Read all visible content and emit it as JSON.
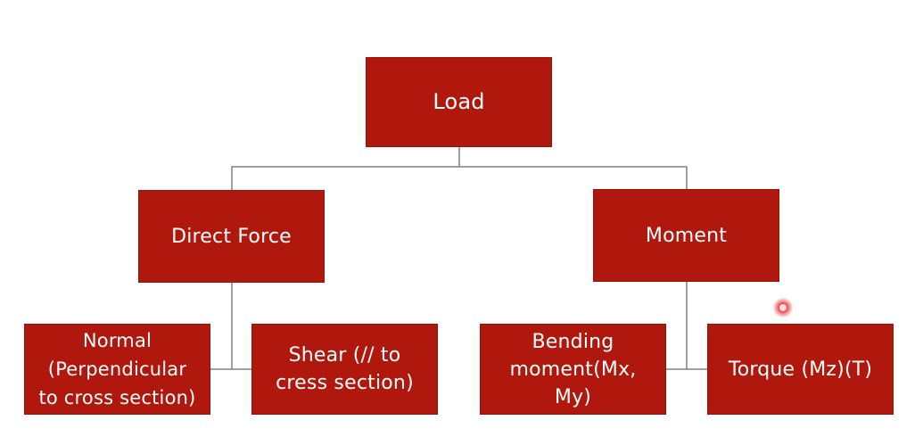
{
  "colors": {
    "box_fill": "#b0180d",
    "connector": "#808080"
  },
  "nodes": {
    "load": "Load",
    "direct_force": "Direct Force",
    "moment": "Moment",
    "normal": "Normal\n(Perpendicular\nto cross section)",
    "shear": "Shear (// to\ncress section)",
    "bending_moment": "Bending\nmoment(Mx,\nMy)",
    "torque": "Torque (Mz)(T)"
  }
}
